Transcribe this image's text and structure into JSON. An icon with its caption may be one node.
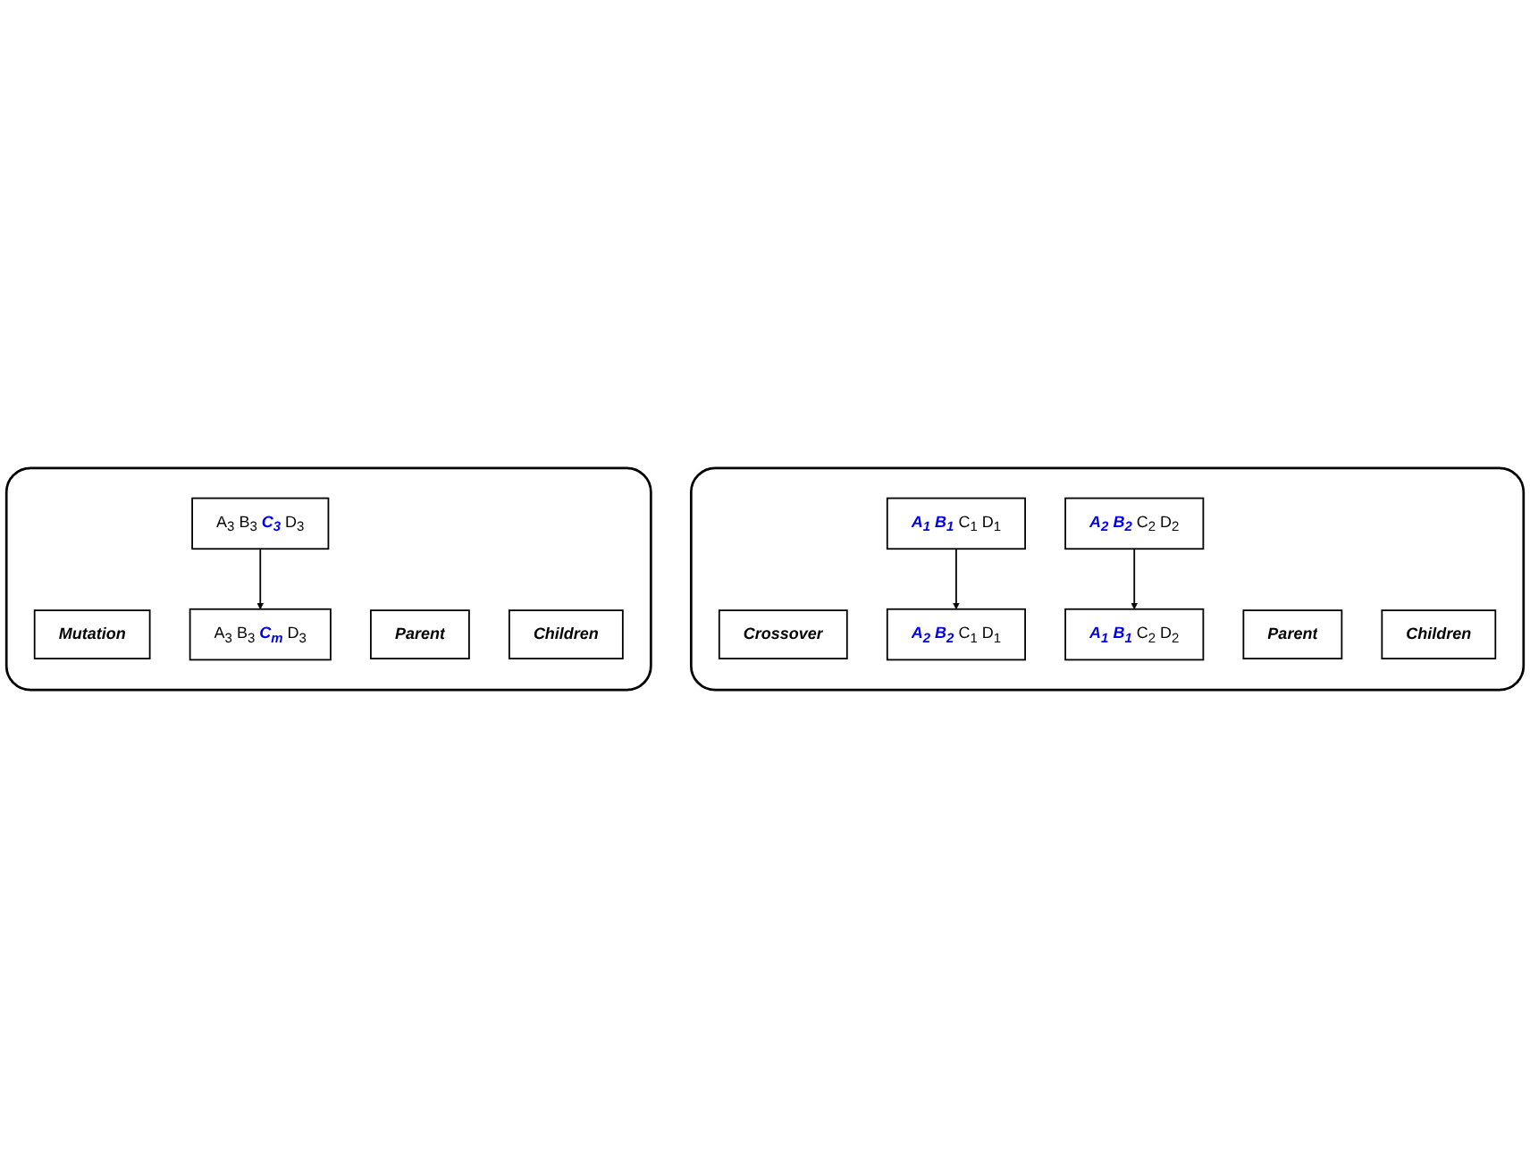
{
  "diagram": {
    "nodes": [
      {
        "text": [],
        "shape": "box"
      },
      {
        "text": [
          "Crossover"
        ],
        "in": 0
      },
      {
        "text": [
          "**A$_{1}$ B$_{1}$** C$_{1}$ D$_{1}$"
        ],
        "in": 0
      },
      {
        "text": [
          "**A$_{2}$ B$_{2}$** C$_{2}$ D$_{2}$"
        ],
        "in": 0
      },
      {
        "text": [
          "Parent"
        ],
        "in": 0
      },
      {
        "text": [
          "**A$_{2}$ B$_{2}$** C$_{1}$ D$_{1}$"
        ],
        "in": 0
      },
      {
        "text": [
          "**A$_{1}$ B$_{1}$** C$_{2}$ D$_{2}$"
        ],
        "in": 0
      },
      {
        "text": [
          "Children"
        ],
        "in": 0
      },
      {
        "text": [],
        "shape": "box"
      },
      {
        "text": [
          "Mutation"
        ],
        "in": 8
      },
      {
        "text": [
          "A$_{3}$ B$_{3}$ **C$_{3}$** D$_{3}$"
        ],
        "in": 8
      },
      {
        "text": [
          "Parent"
        ],
        "in": 8
      },
      {
        "text": [
          "A$_{3}$ B$_{3}$ **C$_{m}$** D$_{3}$"
        ],
        "in": 8
      },
      {
        "text": [
          "Children"
        ],
        "in": 8
      }
    ],
    "edges": [
      {
        "from": 2,
        "to": 5,
        "arrow": "to"
      },
      {
        "from": 3,
        "to": 6,
        "arrow": "to"
      },
      {
        "from": 10,
        "to": 12,
        "arrow": "to"
      }
    ]
  }
}
